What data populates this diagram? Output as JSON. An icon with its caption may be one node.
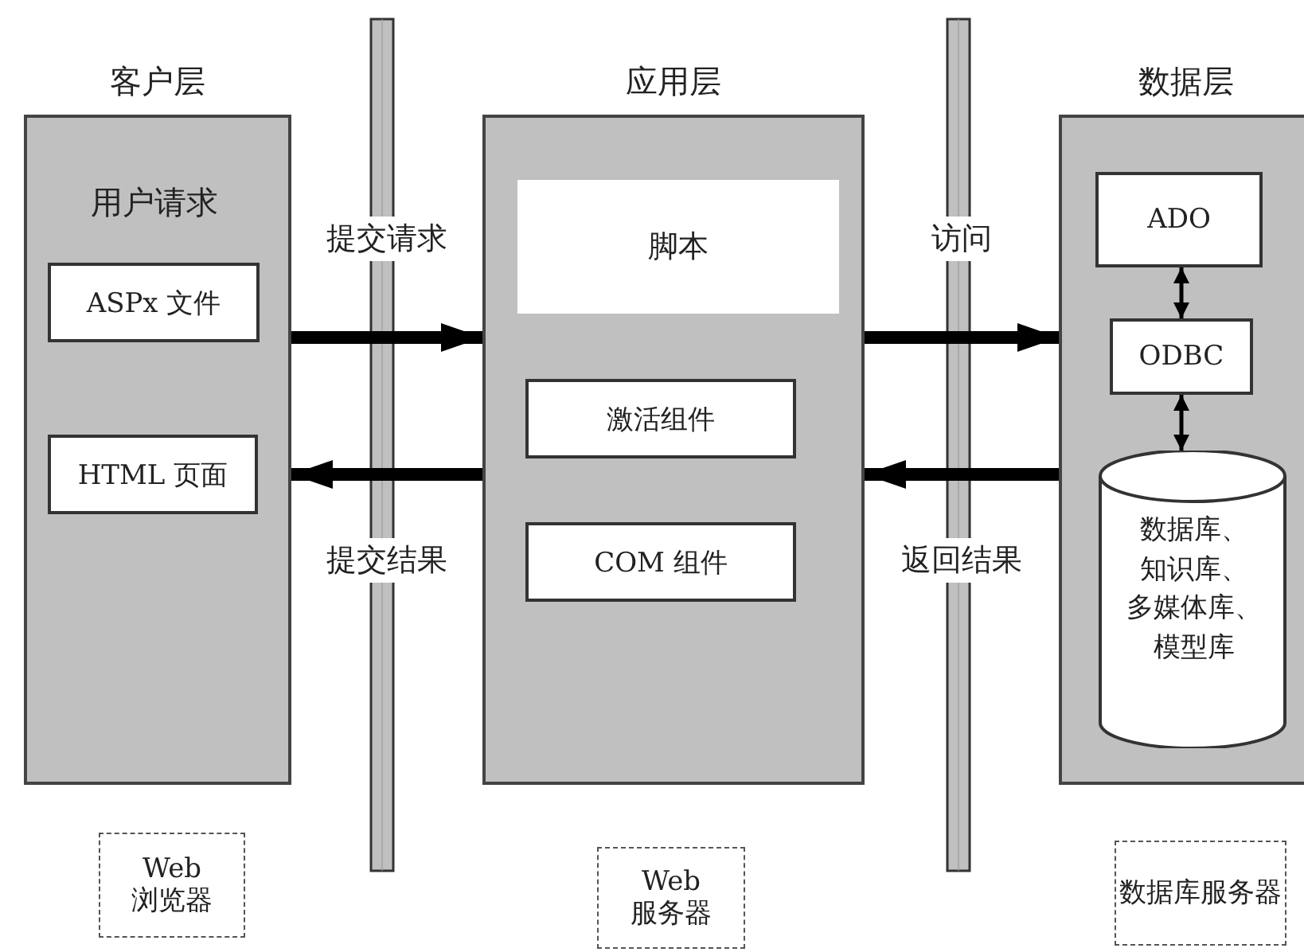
{
  "diagram": {
    "nodes": [
      {
        "text": [
          "客户层",
          "用户请求"
        ]
      },
      {
        "text": [
          "ASPx 文件"
        ],
        "in": 0
      },
      {
        "text": [
          "HTML 页面"
        ],
        "in": 0
      },
      {
        "text": [
          "应用层"
        ]
      },
      {
        "text": [
          "脚本"
        ],
        "in": 3
      },
      {
        "text": [
          "激活组件"
        ],
        "in": 3
      },
      {
        "text": [
          "COM 组件"
        ],
        "in": 3
      },
      {
        "text": [
          "数据层"
        ]
      },
      {
        "text": [
          "ADO"
        ],
        "in": 7
      },
      {
        "text": [
          "ODBC"
        ],
        "in": 7
      },
      {
        "text": [
          "数据库、知识库、多媒体库、模型库"
        ],
        "in": 7
      },
      {
        "text": [
          "Web 浏览器"
        ]
      },
      {
        "text": [
          "Web 服务器"
        ]
      },
      {
        "text": [
          "数据库服务器"
        ]
      }
    ],
    "edges": [
      {
        "from": 0,
        "to": 3,
        "arrow": "to",
        "label": "提交请求"
      },
      {
        "from": 3,
        "to": 0,
        "arrow": "to",
        "label": "提交结果"
      },
      {
        "from": 3,
        "to": 7,
        "arrow": "to",
        "label": "访问"
      },
      {
        "from": 7,
        "to": 3,
        "arrow": "to",
        "label": "返回结果"
      },
      {
        "from": 8,
        "to": 9,
        "arrow": "both"
      },
      {
        "from": 9,
        "to": 10,
        "arrow": "both"
      }
    ]
  }
}
